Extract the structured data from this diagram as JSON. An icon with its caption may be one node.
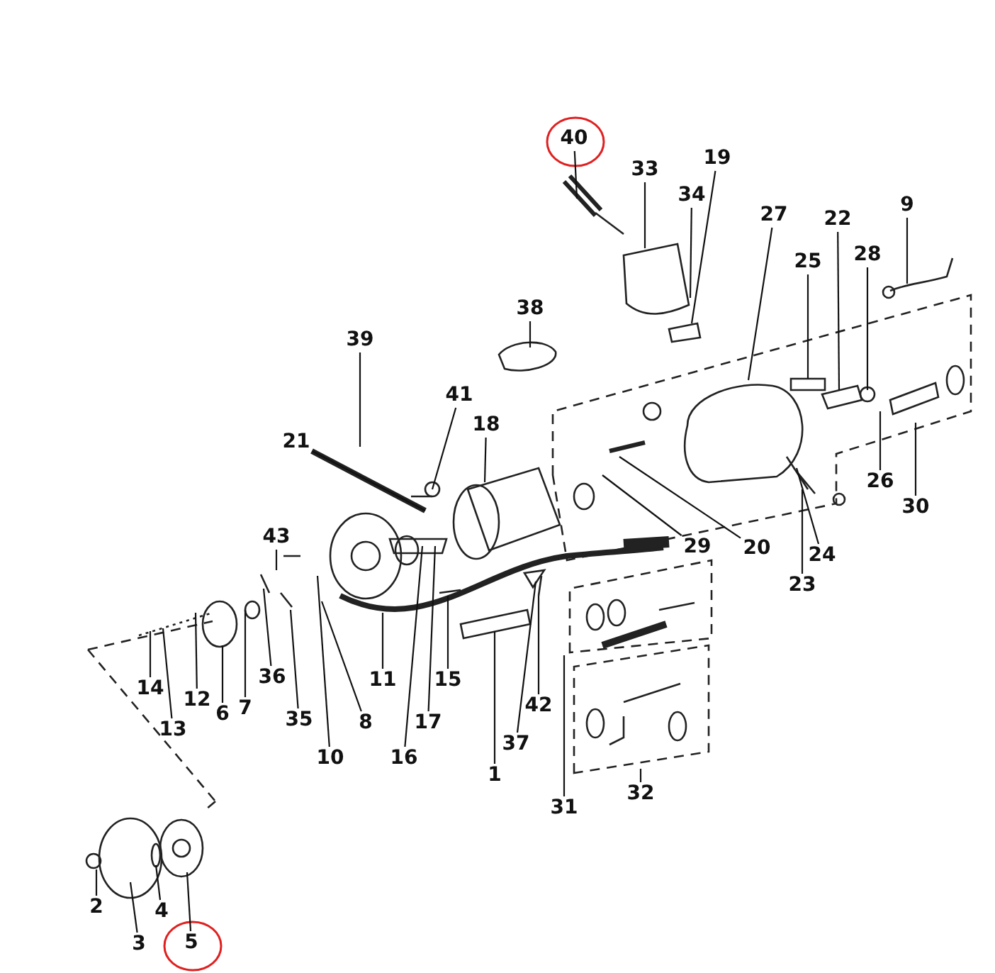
{
  "diagram": {
    "nodes": [
      {
        "text": [
          "40"
        ]
      },
      {
        "text": [
          "19"
        ]
      },
      {
        "text": [
          "33"
        ]
      },
      {
        "text": [
          "34"
        ]
      },
      {
        "text": [
          "9"
        ]
      },
      {
        "text": [
          "27"
        ]
      },
      {
        "text": [
          "22"
        ]
      },
      {
        "text": [
          "28"
        ]
      },
      {
        "text": [
          "25"
        ]
      },
      {
        "text": [
          "38"
        ]
      },
      {
        "text": [
          "39"
        ]
      },
      {
        "text": [
          "41"
        ]
      },
      {
        "text": [
          "18"
        ]
      },
      {
        "text": [
          "21"
        ]
      },
      {
        "text": [
          "26"
        ]
      },
      {
        "text": [
          "30"
        ]
      },
      {
        "text": [
          "29"
        ]
      },
      {
        "text": [
          "43"
        ]
      },
      {
        "text": [
          "20"
        ]
      },
      {
        "text": [
          "24"
        ]
      },
      {
        "text": [
          "23"
        ]
      },
      {
        "text": [
          "36"
        ]
      },
      {
        "text": [
          "11"
        ]
      },
      {
        "text": [
          "14"
        ]
      },
      {
        "text": [
          "15"
        ]
      },
      {
        "text": [
          "12"
        ]
      },
      {
        "text": [
          "42"
        ]
      },
      {
        "text": [
          "7"
        ]
      },
      {
        "text": [
          "6"
        ]
      },
      {
        "text": [
          "35"
        ]
      },
      {
        "text": [
          "8"
        ]
      },
      {
        "text": [
          "17"
        ]
      },
      {
        "text": [
          "13"
        ]
      },
      {
        "text": [
          "37"
        ]
      },
      {
        "text": [
          "10"
        ]
      },
      {
        "text": [
          "16"
        ]
      },
      {
        "text": [
          "1"
        ]
      },
      {
        "text": [
          "32"
        ]
      },
      {
        "text": [
          "31"
        ]
      },
      {
        "text": [
          "2"
        ]
      },
      {
        "text": [
          "4"
        ]
      },
      {
        "text": [
          "5"
        ]
      },
      {
        "text": [
          "3"
        ]
      }
    ],
    "edges": [
      {
        "from": 0,
        "to": null,
        "arrow": "none"
      },
      {
        "from": 1,
        "to": null,
        "arrow": "none"
      },
      {
        "from": 2,
        "to": null,
        "arrow": "none"
      },
      {
        "from": 3,
        "to": null,
        "arrow": "none"
      },
      {
        "from": 4,
        "to": null,
        "arrow": "none"
      },
      {
        "from": 5,
        "to": null,
        "arrow": "none"
      },
      {
        "from": 6,
        "to": null,
        "arrow": "none"
      },
      {
        "from": 7,
        "to": null,
        "arrow": "none"
      },
      {
        "from": 8,
        "to": null,
        "arrow": "none"
      },
      {
        "from": 9,
        "to": null,
        "arrow": "none"
      },
      {
        "from": 10,
        "to": null,
        "arrow": "none"
      },
      {
        "from": 11,
        "to": null,
        "arrow": "none"
      },
      {
        "from": 12,
        "to": null,
        "arrow": "none"
      },
      {
        "from": 13,
        "to": null,
        "arrow": "none"
      },
      {
        "from": 14,
        "to": null,
        "arrow": "none"
      },
      {
        "from": 15,
        "to": null,
        "arrow": "none"
      },
      {
        "from": 16,
        "to": null,
        "arrow": "none"
      },
      {
        "from": 17,
        "to": null,
        "arrow": "none"
      },
      {
        "from": 18,
        "to": null,
        "arrow": "none"
      },
      {
        "from": 19,
        "to": null,
        "arrow": "none"
      },
      {
        "from": 20,
        "to": null,
        "arrow": "none"
      },
      {
        "from": 21,
        "to": null,
        "arrow": "none"
      },
      {
        "from": 22,
        "to": null,
        "arrow": "none"
      },
      {
        "from": 23,
        "to": null,
        "arrow": "none"
      },
      {
        "from": 24,
        "to": null,
        "arrow": "none"
      },
      {
        "from": 25,
        "to": null,
        "arrow": "none"
      },
      {
        "from": 26,
        "to": null,
        "arrow": "none"
      },
      {
        "from": 27,
        "to": null,
        "arrow": "none"
      },
      {
        "from": 28,
        "to": null,
        "arrow": "none"
      },
      {
        "from": 29,
        "to": null,
        "arrow": "none"
      },
      {
        "from": 30,
        "to": null,
        "arrow": "none"
      },
      {
        "from": 31,
        "to": null,
        "arrow": "none"
      },
      {
        "from": 32,
        "to": null,
        "arrow": "none"
      },
      {
        "from": 33,
        "to": null,
        "arrow": "none"
      },
      {
        "from": 34,
        "to": null,
        "arrow": "none"
      },
      {
        "from": 35,
        "to": null,
        "arrow": "none"
      },
      {
        "from": 36,
        "to": null,
        "arrow": "none"
      },
      {
        "from": 37,
        "to": null,
        "arrow": "none"
      },
      {
        "from": 38,
        "to": null,
        "arrow": "none"
      },
      {
        "from": 39,
        "to": null,
        "arrow": "none"
      },
      {
        "from": 40,
        "to": null,
        "arrow": "none"
      },
      {
        "from": 41,
        "to": null,
        "arrow": "none"
      },
      {
        "from": 42,
        "to": null,
        "arrow": "none"
      }
    ]
  }
}
